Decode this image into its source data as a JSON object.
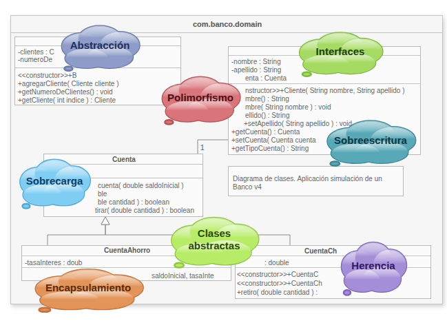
{
  "diagram": {
    "nodes": [
      {
        "text": [
          "com.banco.domain"
        ]
      },
      {
        "text": [
          "-clientes : C",
          "-numeroDe",
          "<<constructor>>+B",
          "+agregarCliente( Cliente cliente )",
          "+getNumeroDeClientes() : void",
          "+getCliente( int indice ) : Cliente"
        ],
        "in": 0
      },
      {
        "text": [
          "-nombre : String",
          "-apellido : String",
          "enta : Cuenta",
          "nstructor>>+Cliente( String nombre, String apellido )",
          "mbre() : String",
          "mbre( String nombre ) : void",
          "ellido() : String",
          "+setApellido( String apellido ) : void",
          "+getCuenta() : Cuenta",
          "+setCuenta( Cuenta cuenta",
          "+getTipoCuenta() : String"
        ],
        "in": 0
      },
      {
        "text": [
          "Diagrama de clases. Aplicación simulación de un Banco v4"
        ],
        "in": 0
      },
      {
        "text": [
          "Cuenta",
          "cuenta( double saldoInicial )",
          "ble",
          "ble cantidad ) : boolean",
          "tirar( double cantidad ) : boolean"
        ],
        "in": 0
      },
      {
        "text": [
          "CuentaAhorro",
          "-tasaInteres : doub",
          "saldoInicial, tasaInte"
        ],
        "in": 0
      },
      {
        "text": [
          "CuentaCh",
          ": double",
          "<<constructor>>+CuentaC",
          "<<constructor>>+CuentaCh",
          "+retiro( double cantidad ) :"
        ],
        "in": 0
      },
      {
        "text": [
          "Abstracción"
        ]
      },
      {
        "text": [
          "Interfaces"
        ]
      },
      {
        "text": [
          "Polimorfismo"
        ]
      },
      {
        "text": [
          "Sobreescritura"
        ]
      },
      {
        "text": [
          "Sobrecarga"
        ]
      },
      {
        "text": [
          "Clases abstractas"
        ]
      },
      {
        "text": [
          "Herencia"
        ]
      },
      {
        "text": [
          "Encapsulamiento"
        ]
      }
    ],
    "edges": [
      {
        "from": 2,
        "to": 4,
        "arrow": "none",
        "label": "1"
      },
      {
        "from": 5,
        "to": 4,
        "arrow": "to"
      },
      {
        "from": 6,
        "to": 4,
        "arrow": "to"
      }
    ]
  }
}
